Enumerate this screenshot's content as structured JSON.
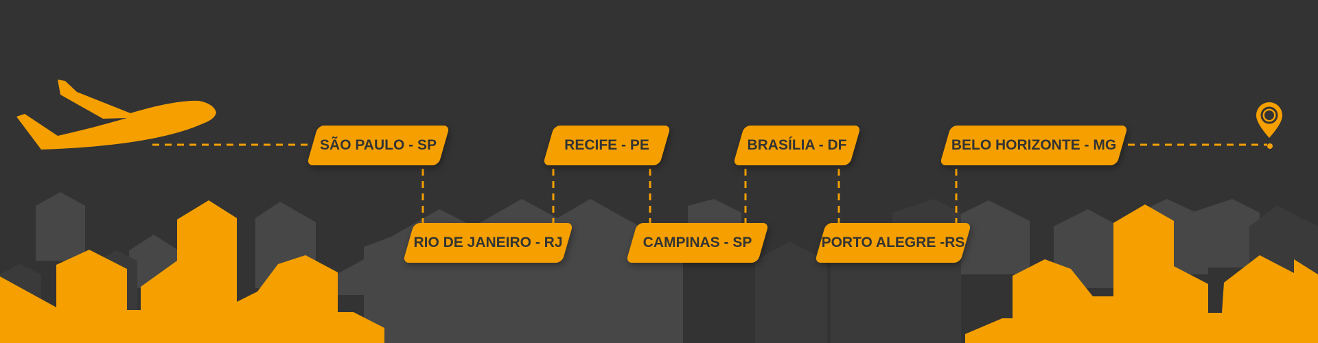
{
  "colors": {
    "background": "#333333",
    "accent": "#f5a000",
    "building_dark": "#474747",
    "building_mid": "#3a3a3a",
    "text_dark": "#333333"
  },
  "icons": {
    "airplane": "airplane-icon",
    "destination": "map-pin-icon"
  },
  "route": {
    "stops": [
      {
        "label": "SÃO PAULO - SP"
      },
      {
        "label": "RIO DE JANEIRO - RJ"
      },
      {
        "label": "RECIFE - PE"
      },
      {
        "label": "CAMPINAS - SP"
      },
      {
        "label": "BRASÍLIA - DF"
      },
      {
        "label": "PORTO ALEGRE -RS"
      },
      {
        "label": "BELO HORIZONTE - MG"
      }
    ]
  }
}
